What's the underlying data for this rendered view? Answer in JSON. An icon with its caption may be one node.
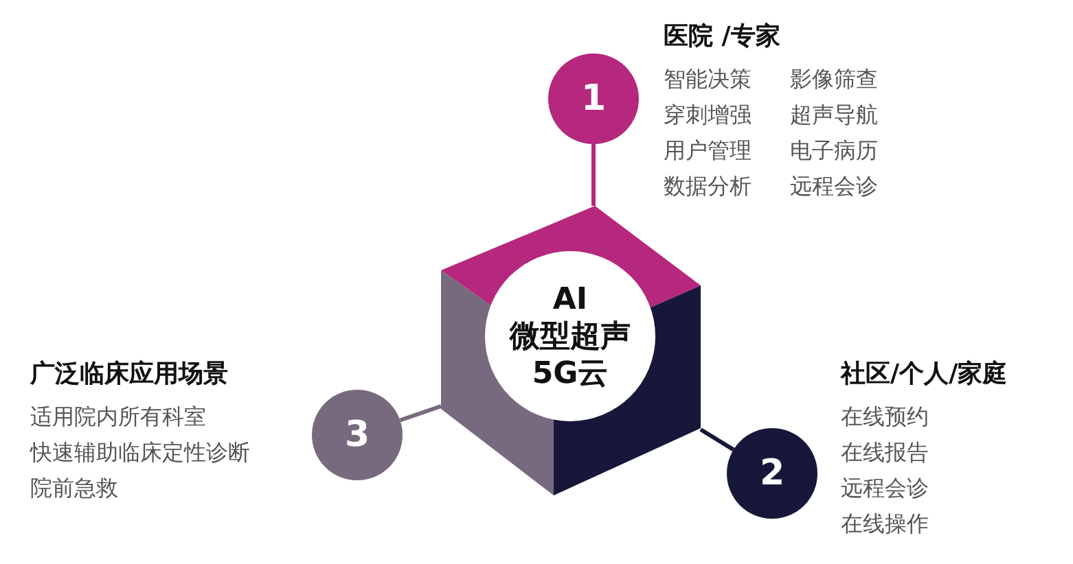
{
  "diagram": {
    "nodes": [
      {
        "text": [],
        "shape": "cube"
      },
      {
        "text": [
          "AI",
          "微型超声",
          "5G云"
        ],
        "in": 0
      },
      {
        "text": [
          "1"
        ],
        "beside": [
          "医院 /专家",
          "智能决策",
          "影像筛查",
          "穿刺增强",
          "超声导航",
          "用户管理",
          "电子病历",
          "数据分析",
          "远程会诊"
        ]
      },
      {
        "text": [
          "2"
        ],
        "beside": [
          "社区/个人/家庭",
          "在线预约",
          "在线报告",
          "远程会诊",
          "在线操作"
        ]
      },
      {
        "text": [
          "3"
        ],
        "beside": [
          "广泛临床应用场景",
          "适用院内所有科室",
          "快速辅助临床定性诊断",
          "院前急救"
        ]
      }
    ],
    "edges": [
      {
        "from": 2,
        "to": 0,
        "arrow": "none",
        "color": "#b5287e"
      },
      {
        "from": 3,
        "to": 0,
        "arrow": "none",
        "color": "#17173a"
      },
      {
        "from": 4,
        "to": 0,
        "arrow": "none",
        "color": "#786a7e"
      }
    ]
  }
}
